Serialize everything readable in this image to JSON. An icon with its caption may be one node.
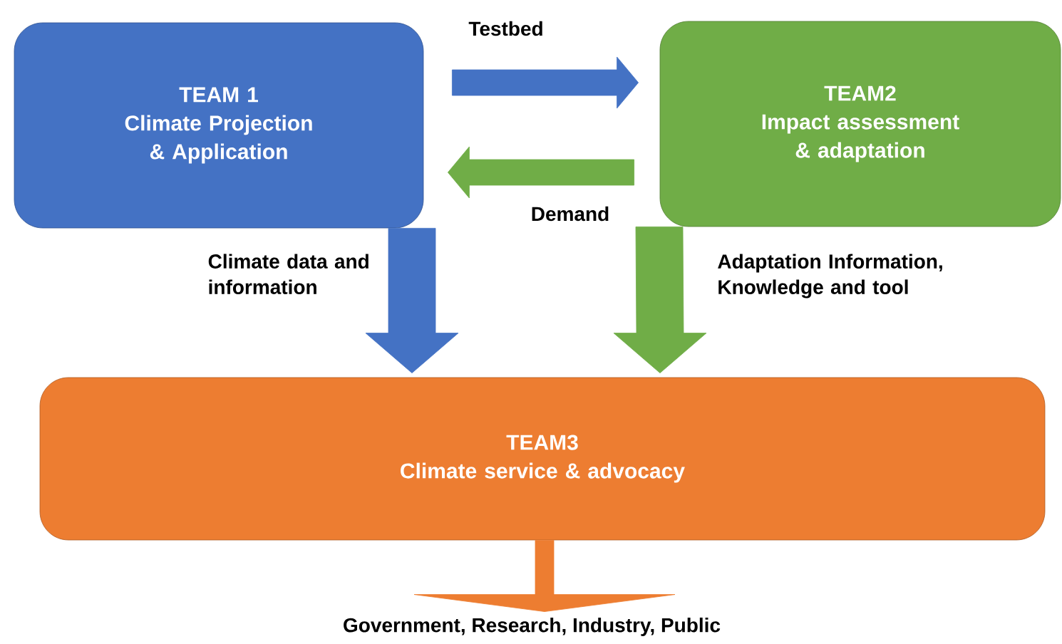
{
  "diagram": {
    "nodes": [
      {
        "text": [
          "TEAM 1",
          "Climate Projection & Application"
        ]
      },
      {
        "text": [
          "TEAM2",
          "Impact assessment & adaptation"
        ]
      },
      {
        "text": [
          "TEAM3",
          "Climate service & advocacy"
        ]
      },
      {
        "text": [
          "Government, Research, Industry, Public"
        ]
      }
    ],
    "edges": [
      {
        "from": 0,
        "to": 1,
        "arrow": "to",
        "label": "Testbed",
        "color": "#4472c4"
      },
      {
        "from": 1,
        "to": 0,
        "arrow": "to",
        "label": "Demand",
        "color": "#70ad47"
      },
      {
        "from": 0,
        "to": 2,
        "arrow": "to",
        "label": "Climate data and information",
        "color": "#4472c4"
      },
      {
        "from": 1,
        "to": 2,
        "arrow": "to",
        "label": "Adaptation Information, Knowledge and tool",
        "color": "#70ad47"
      },
      {
        "from": 2,
        "to": 3,
        "arrow": "to",
        "color": "#ed7d31"
      }
    ]
  }
}
